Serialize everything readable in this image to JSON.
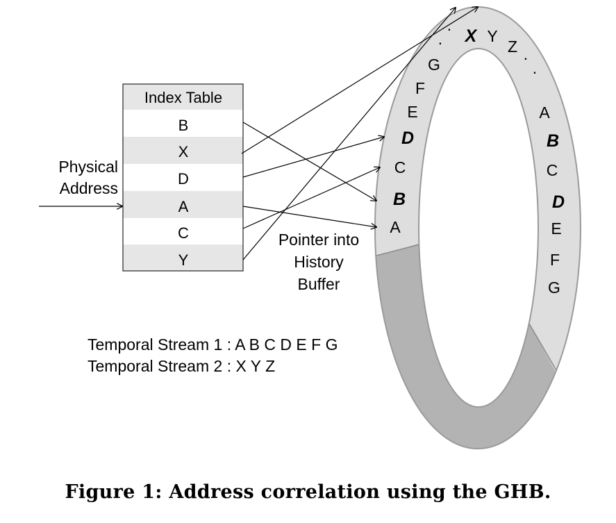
{
  "colors": {
    "ring_used": "#dedede",
    "ring_free": "#b3b3b3",
    "ring_stroke": "#9a9a9a",
    "table_stripe": "#e6e6e6",
    "table_border": "#333333",
    "arrow": "#000000"
  },
  "index_table": {
    "title": "Index Table",
    "rows": [
      "B",
      "X",
      "D",
      "A",
      "C",
      "Y"
    ]
  },
  "input_label": {
    "line1": "Physical",
    "line2": "Address"
  },
  "pointer_label": {
    "line1": "Pointer into",
    "line2": "History",
    "line3": "Buffer"
  },
  "ring": {
    "left_entries": [
      {
        "text": "A",
        "bold": false
      },
      {
        "text": "B",
        "bold": true
      },
      {
        "text": "C",
        "bold": false
      },
      {
        "text": "D",
        "bold": true
      },
      {
        "text": "E",
        "bold": false
      },
      {
        "text": "F",
        "bold": false
      },
      {
        "text": "G",
        "bold": false
      },
      {
        "text": ".",
        "bold": false
      },
      {
        "text": ".",
        "bold": false
      }
    ],
    "top_entries": [
      {
        "text": "X",
        "bold": true
      },
      {
        "text": "Y",
        "bold": false
      },
      {
        "text": "Z",
        "bold": false
      },
      {
        "text": ".",
        "bold": false
      },
      {
        "text": ".",
        "bold": false
      }
    ],
    "right_entries": [
      {
        "text": "A",
        "bold": false
      },
      {
        "text": "B",
        "bold": true
      },
      {
        "text": "C",
        "bold": false
      },
      {
        "text": "D",
        "bold": true
      },
      {
        "text": "E",
        "bold": false
      },
      {
        "text": "F",
        "bold": false
      },
      {
        "text": "G",
        "bold": false
      }
    ]
  },
  "pointers": [
    {
      "from": "B",
      "to": "left B"
    },
    {
      "from": "X",
      "to": "top X"
    },
    {
      "from": "D",
      "to": "left D"
    },
    {
      "from": "A",
      "to": "left A"
    },
    {
      "from": "C",
      "to": "left C"
    },
    {
      "from": "Y",
      "to": "top Y"
    }
  ],
  "streams": [
    "Temporal Stream 1 : A B C D E F G",
    "Temporal Stream 2 : X Y Z"
  ],
  "caption": "Figure 1: Address correlation using the GHB."
}
